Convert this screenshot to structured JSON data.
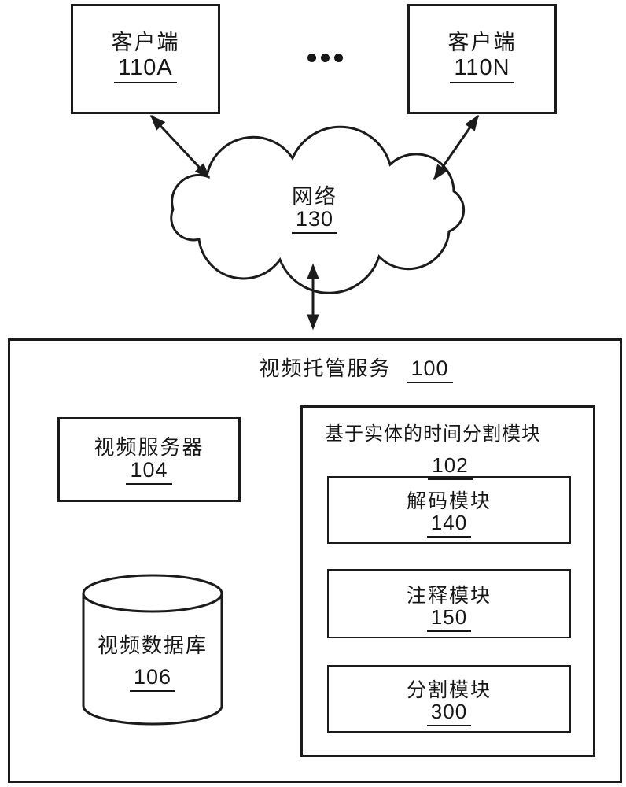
{
  "page": {
    "background": "#ffffff",
    "line_color": "#1b1b1b",
    "figure_type": "patent-block-diagram"
  },
  "clients": [
    {
      "label": "客户端",
      "ref": "110A"
    },
    {
      "label": "客户端",
      "ref": "110N"
    }
  ],
  "icons": {
    "more_clients": "ellipsis-dots"
  },
  "network": {
    "label": "网络",
    "ref": "130"
  },
  "service": {
    "title": "视频托管服务",
    "ref": "100",
    "video_server": {
      "label": "视频服务器",
      "ref": "104"
    },
    "video_database": {
      "label": "视频数据库",
      "ref": "106"
    },
    "segmentation_module": {
      "title": "基于实体的时间分割模块",
      "ref": "102",
      "submodules": [
        {
          "label": "解码模块",
          "ref": "140"
        },
        {
          "label": "注释模块",
          "ref": "150"
        },
        {
          "label": "分割模块",
          "ref": "300"
        }
      ]
    }
  }
}
